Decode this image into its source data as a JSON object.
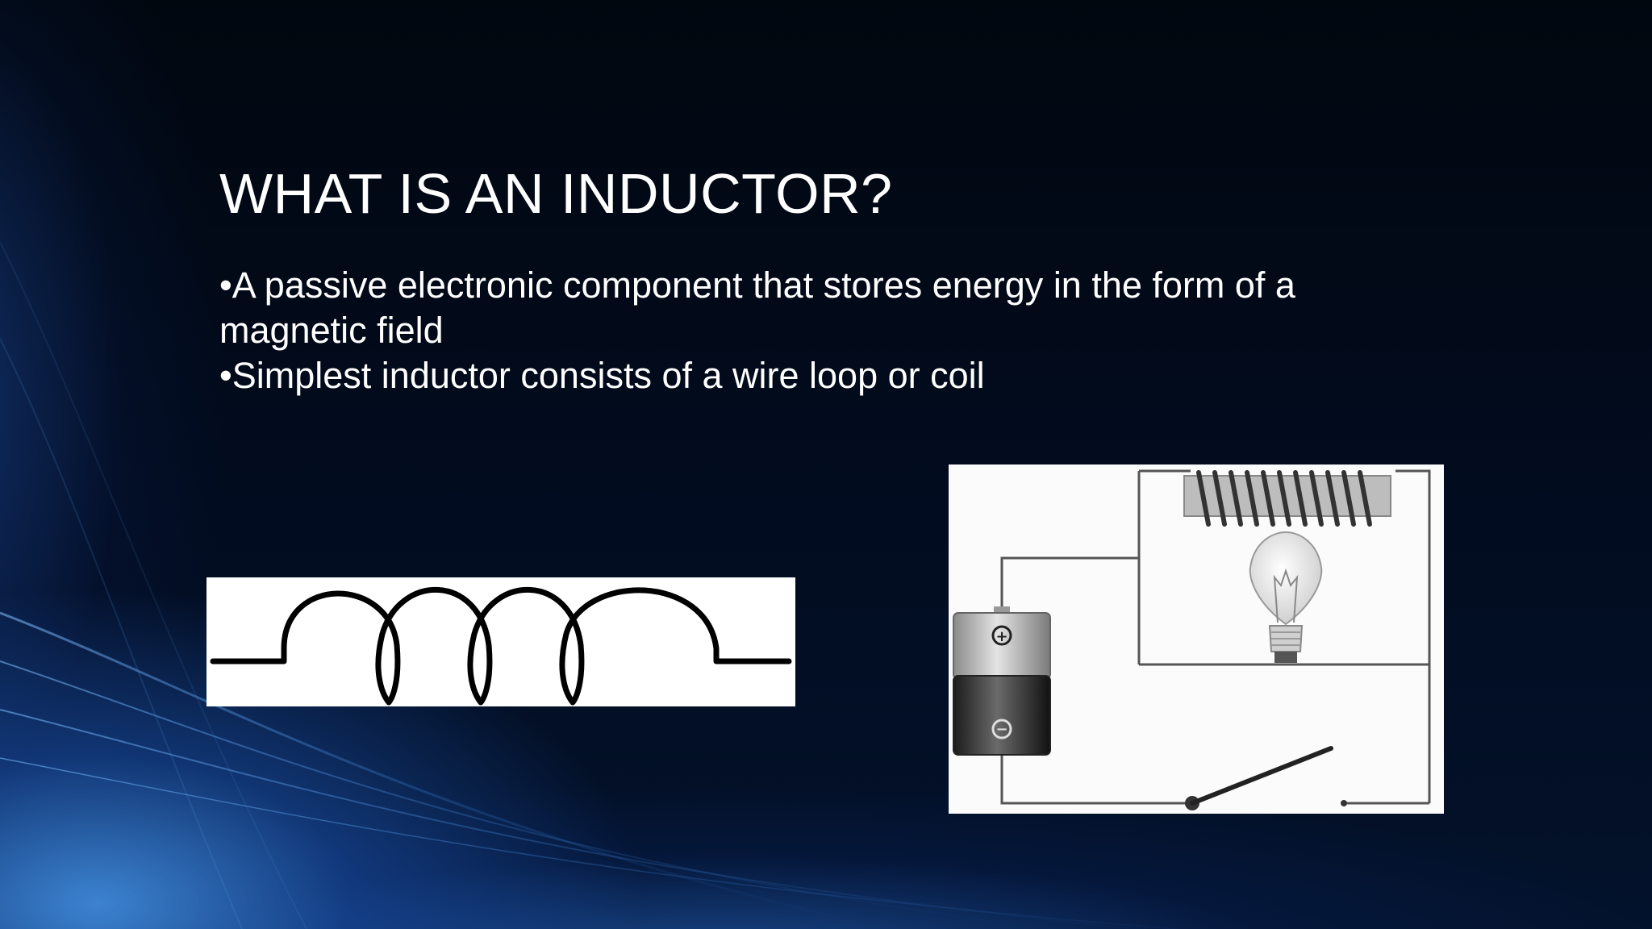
{
  "slide": {
    "title": "WHAT IS AN INDUCTOR?",
    "bullets": [
      "•A passive electronic component that stores energy in the form of a magnetic field",
      "•Simplest inductor consists of a wire loop or coil"
    ]
  },
  "figures": {
    "coil_symbol": {
      "icon": "inductor-coil-symbol-icon",
      "loops": 4
    },
    "circuit": {
      "icon": "inductor-circuit-icon",
      "battery_plus": "+",
      "battery_minus": "−",
      "components": [
        "battery",
        "inductor-coil",
        "light-bulb",
        "switch"
      ]
    }
  },
  "colors": {
    "background": "#020a1c",
    "text": "#ffffff",
    "accent_glow": "#3f8fe6"
  }
}
